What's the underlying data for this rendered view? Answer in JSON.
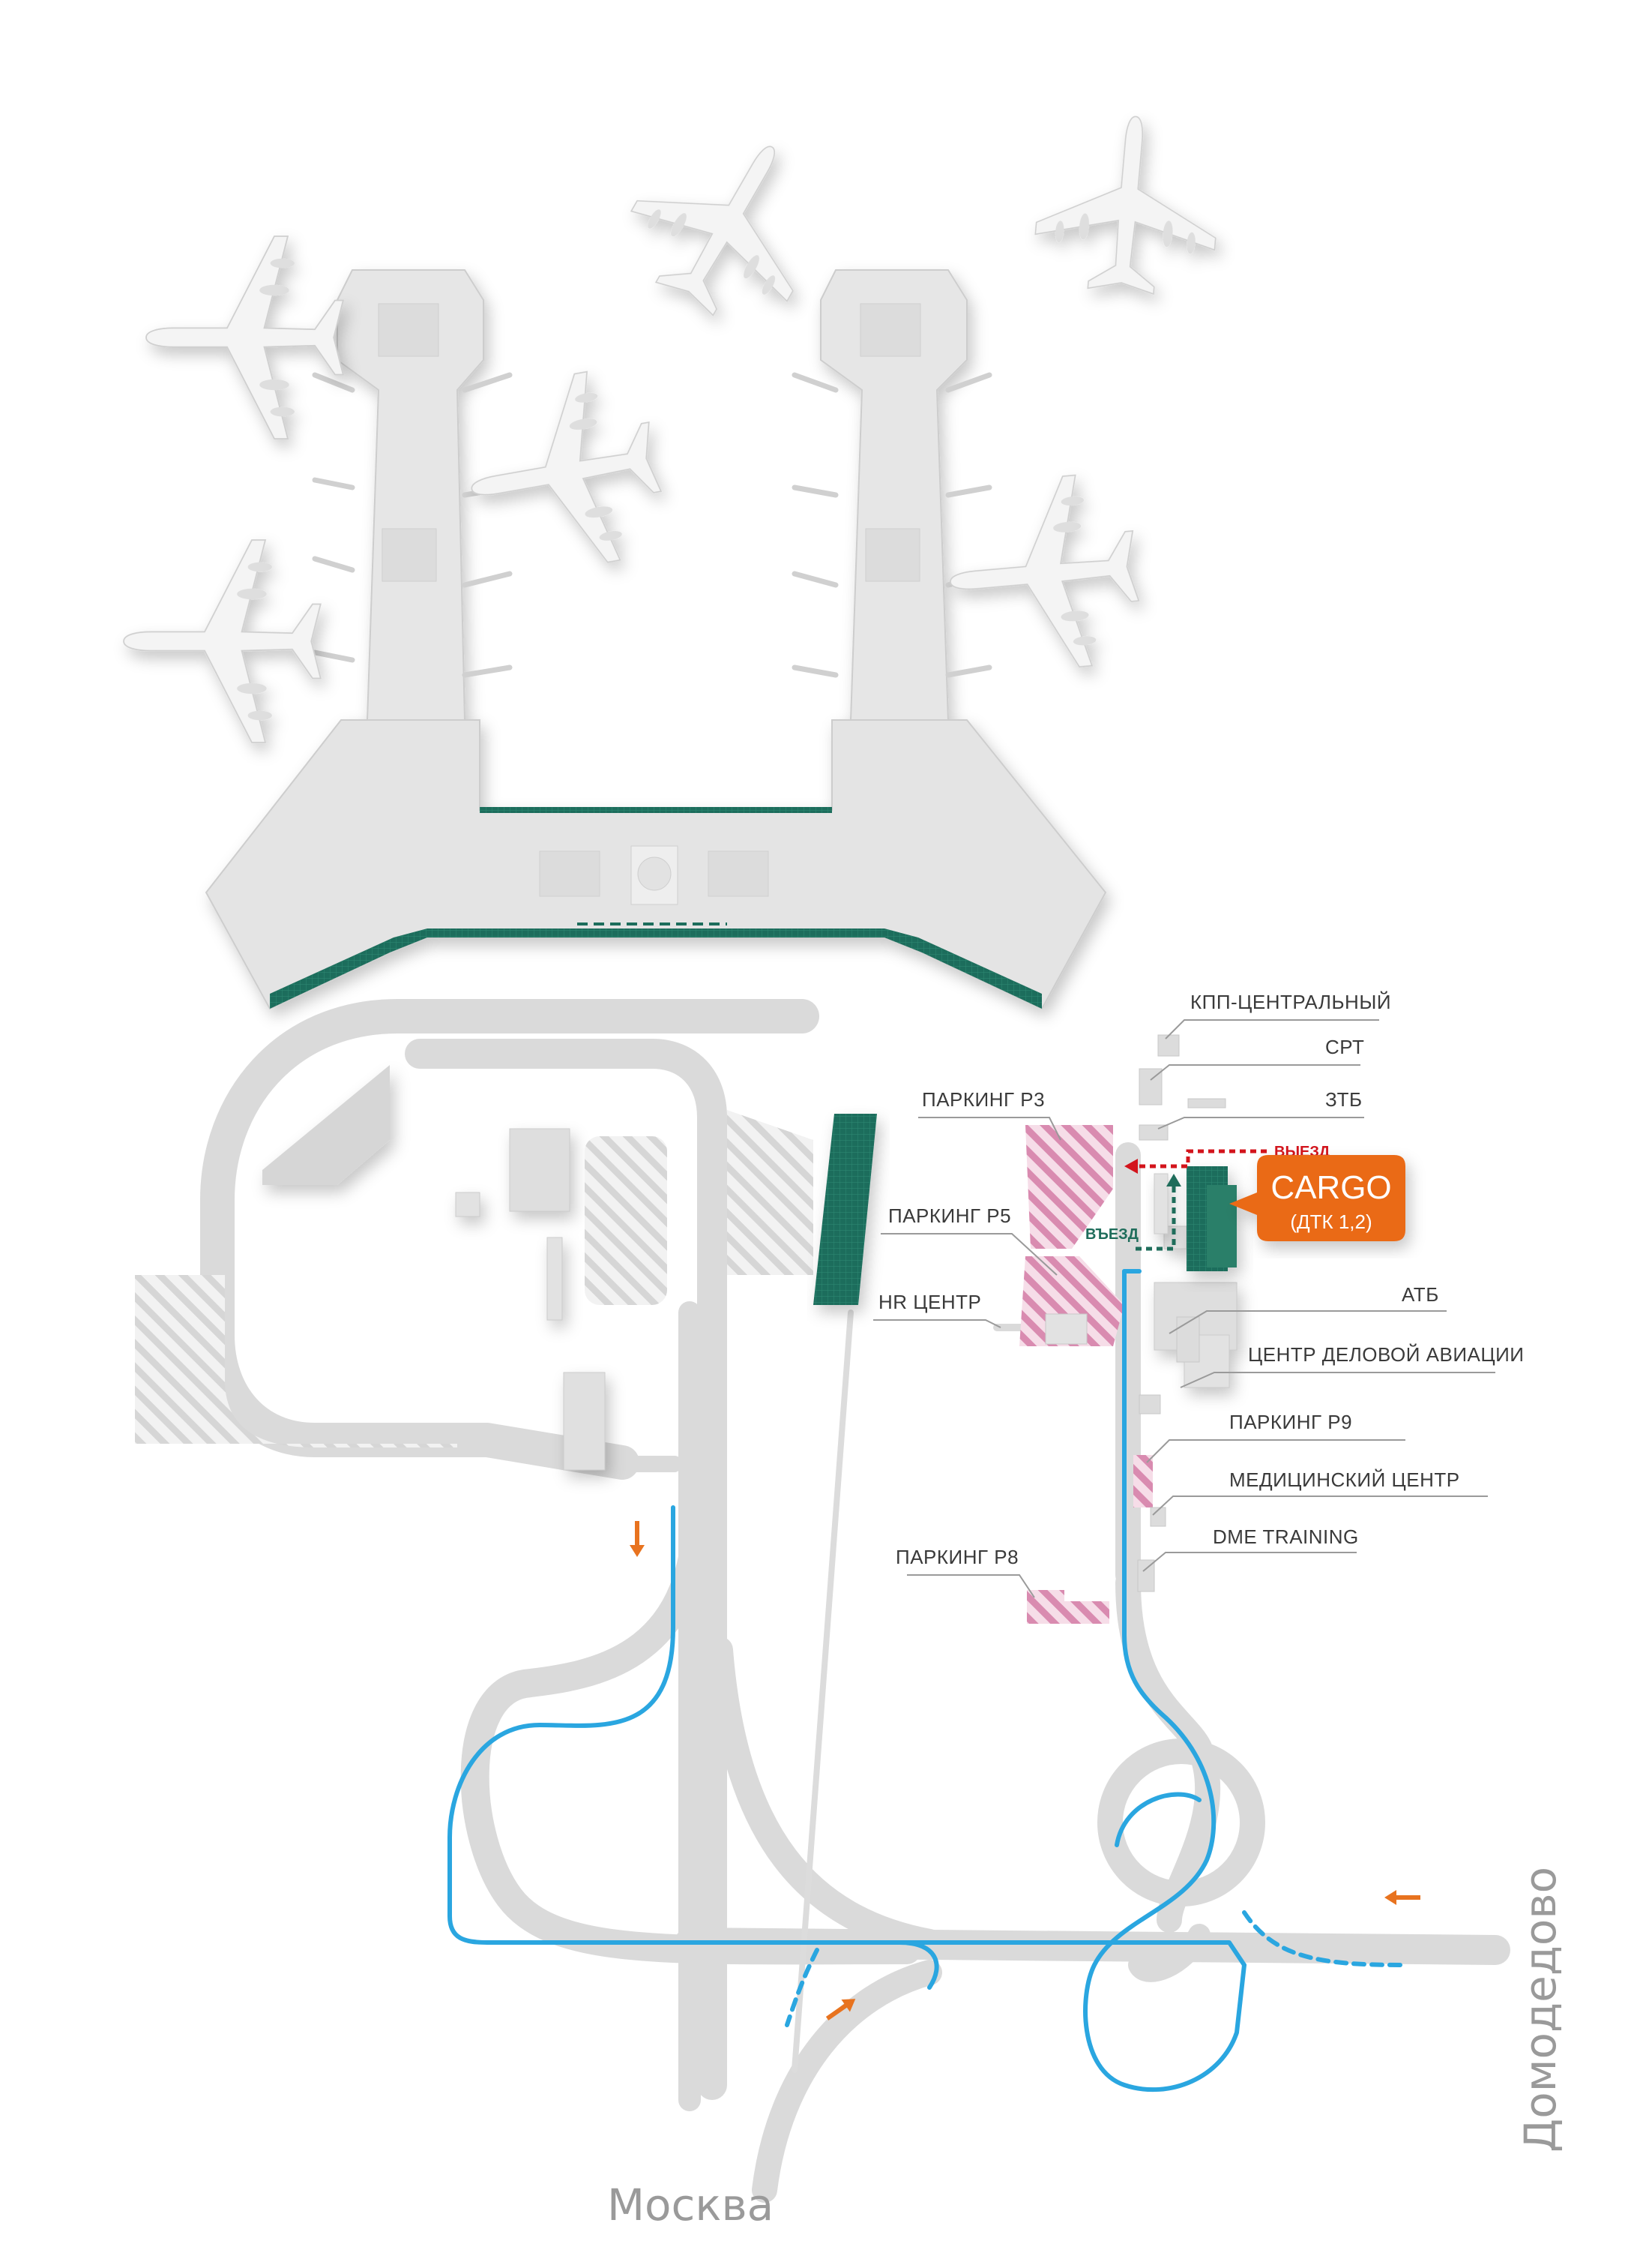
{
  "labels": {
    "kpp": "КПП-ЦЕНТРАЛЬНЫЙ",
    "srt": "СРТ",
    "ztb": "ЗТБ",
    "exit_top": "ВЫЕЗД",
    "exit_bottom": "ВЪЕЗД",
    "parking_p3": "ПАРКИНГ Р3",
    "parking_p5": "ПАРКИНГ Р5",
    "hr_center": "HR ЦЕНТР",
    "atb": "АТБ",
    "business_aviation": "ЦЕНТР ДЕЛОВОЙ АВИАЦИИ",
    "parking_p9": "ПАРКИНГ Р9",
    "medical_center": "МЕДИЦИНСКИЙ ЦЕНТР",
    "dme_training": "DME TRAINING",
    "parking_p8": "ПАРКИНГ Р8",
    "cargo_title": "CARGO",
    "cargo_subtitle": "(ДТК 1,2)",
    "moscow": "Москва",
    "domodedovo": "Домодедово"
  },
  "icons": [
    "airplane-icon",
    "arrow-icon"
  ],
  "colors": {
    "route": "#2aa6e0",
    "road": "#d9d9d9",
    "terminal": "#e2e2e2",
    "glass": "#1f6d5b",
    "cargo": "#ea6a17",
    "parking": "#d98bb0",
    "exit_red": "#d3141c",
    "entry_green": "#1f6d5b",
    "arrow": "#e8731f"
  }
}
